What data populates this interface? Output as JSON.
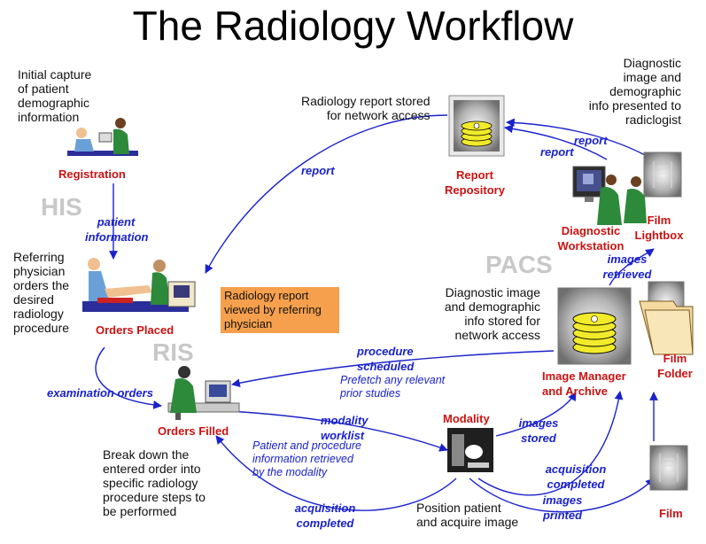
{
  "title": "The Radiology Workflow",
  "sections": {
    "his": "HIS",
    "ris": "RIS",
    "pacs": "PACS"
  },
  "nodes": {
    "registration": "Registration",
    "orders_placed": "Orders Placed",
    "orders_filled": "Orders Filled",
    "modality": "Modality",
    "report_repository": [
      "Report",
      "Repository"
    ],
    "diagnostic_workstation": [
      "Diagnostic",
      "Workstation"
    ],
    "film_lightbox": [
      "Film",
      "Lightbox"
    ],
    "image_manager": [
      "Image Manager",
      "and Archive"
    ],
    "film_folder": [
      "Film",
      "Folder"
    ],
    "film": "Film"
  },
  "descriptions": {
    "initial_capture": [
      "Initial capture",
      "of patient",
      "demographic",
      "information"
    ],
    "referring_physician": [
      "Referring",
      "physician",
      "orders the",
      "desired",
      "radiology",
      "procedure"
    ],
    "report_stored": [
      "Radiology report stored",
      "for network access"
    ],
    "diagnostic_presented": [
      "Diagnostic",
      "image and",
      "demographic",
      "info presented to",
      "radiclogist"
    ],
    "diagnostic_stored": [
      "Diagnostic image",
      "and demographic",
      "info stored for",
      "network access"
    ],
    "break_down": [
      "Break down the",
      "entered order into",
      "specific radiology",
      "procedure steps to",
      "be performed"
    ],
    "position_patient": [
      "Position patient",
      "and acquire image"
    ],
    "report_viewed": [
      "Radiology report",
      "viewed by  referring",
      "physician"
    ]
  },
  "flow_labels": {
    "report_left": "report",
    "patient_information": [
      "patient",
      "information"
    ],
    "examination_orders": "examination orders",
    "procedure_scheduled": [
      "procedure",
      "scheduled"
    ],
    "modality_worklist": [
      "modality",
      "worklist"
    ],
    "acquisition_completed_left": [
      "acquisition",
      "completed"
    ],
    "acquisition_completed_right": [
      "acquisition",
      "completed"
    ],
    "images_stored": [
      "images",
      "stored"
    ],
    "images_printed": [
      "images",
      "printed"
    ],
    "images_retrieved": [
      "images",
      "retrieved"
    ],
    "report_right_1": "report",
    "report_right_2": "report"
  },
  "notes": {
    "prefetch": [
      "Prefetch any relevant",
      "prior studies"
    ],
    "patient_info_retrieved": [
      "Patient and procedure",
      "information retrieved",
      "by the modality"
    ]
  },
  "colors": {
    "node_label": "#cc1111",
    "flow_label": "#1a22cc",
    "section": "#c8c8c8",
    "highlight_box": "#f6a04d"
  }
}
